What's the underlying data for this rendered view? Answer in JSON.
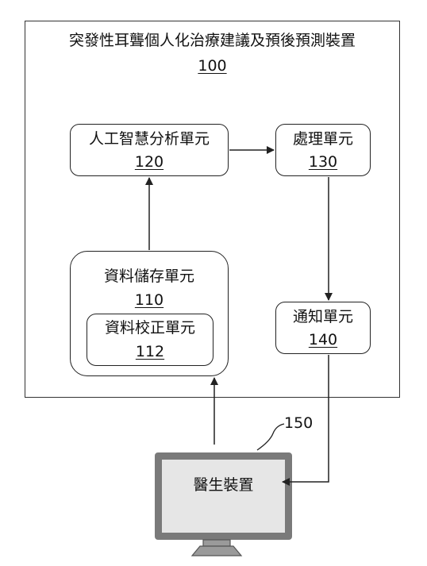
{
  "device": {
    "title": "突發性耳聾個人化治療建議及預後預測裝置",
    "number": "100"
  },
  "units": {
    "ai": {
      "label": "人工智慧分析單元",
      "number": "120"
    },
    "processing": {
      "label": "處理單元",
      "number": "130"
    },
    "storage": {
      "label": "資料儲存單元",
      "number": "110"
    },
    "calibration": {
      "label": "資料校正單元",
      "number": "112"
    },
    "notification": {
      "label": "通知單元",
      "number": "140"
    }
  },
  "doctor_device": {
    "label": "醫生裝置",
    "ref_number": "150"
  },
  "colors": {
    "line": "#222222",
    "monitor_frame": "#7a7a7a",
    "monitor_screen": "#e6e6e6"
  }
}
